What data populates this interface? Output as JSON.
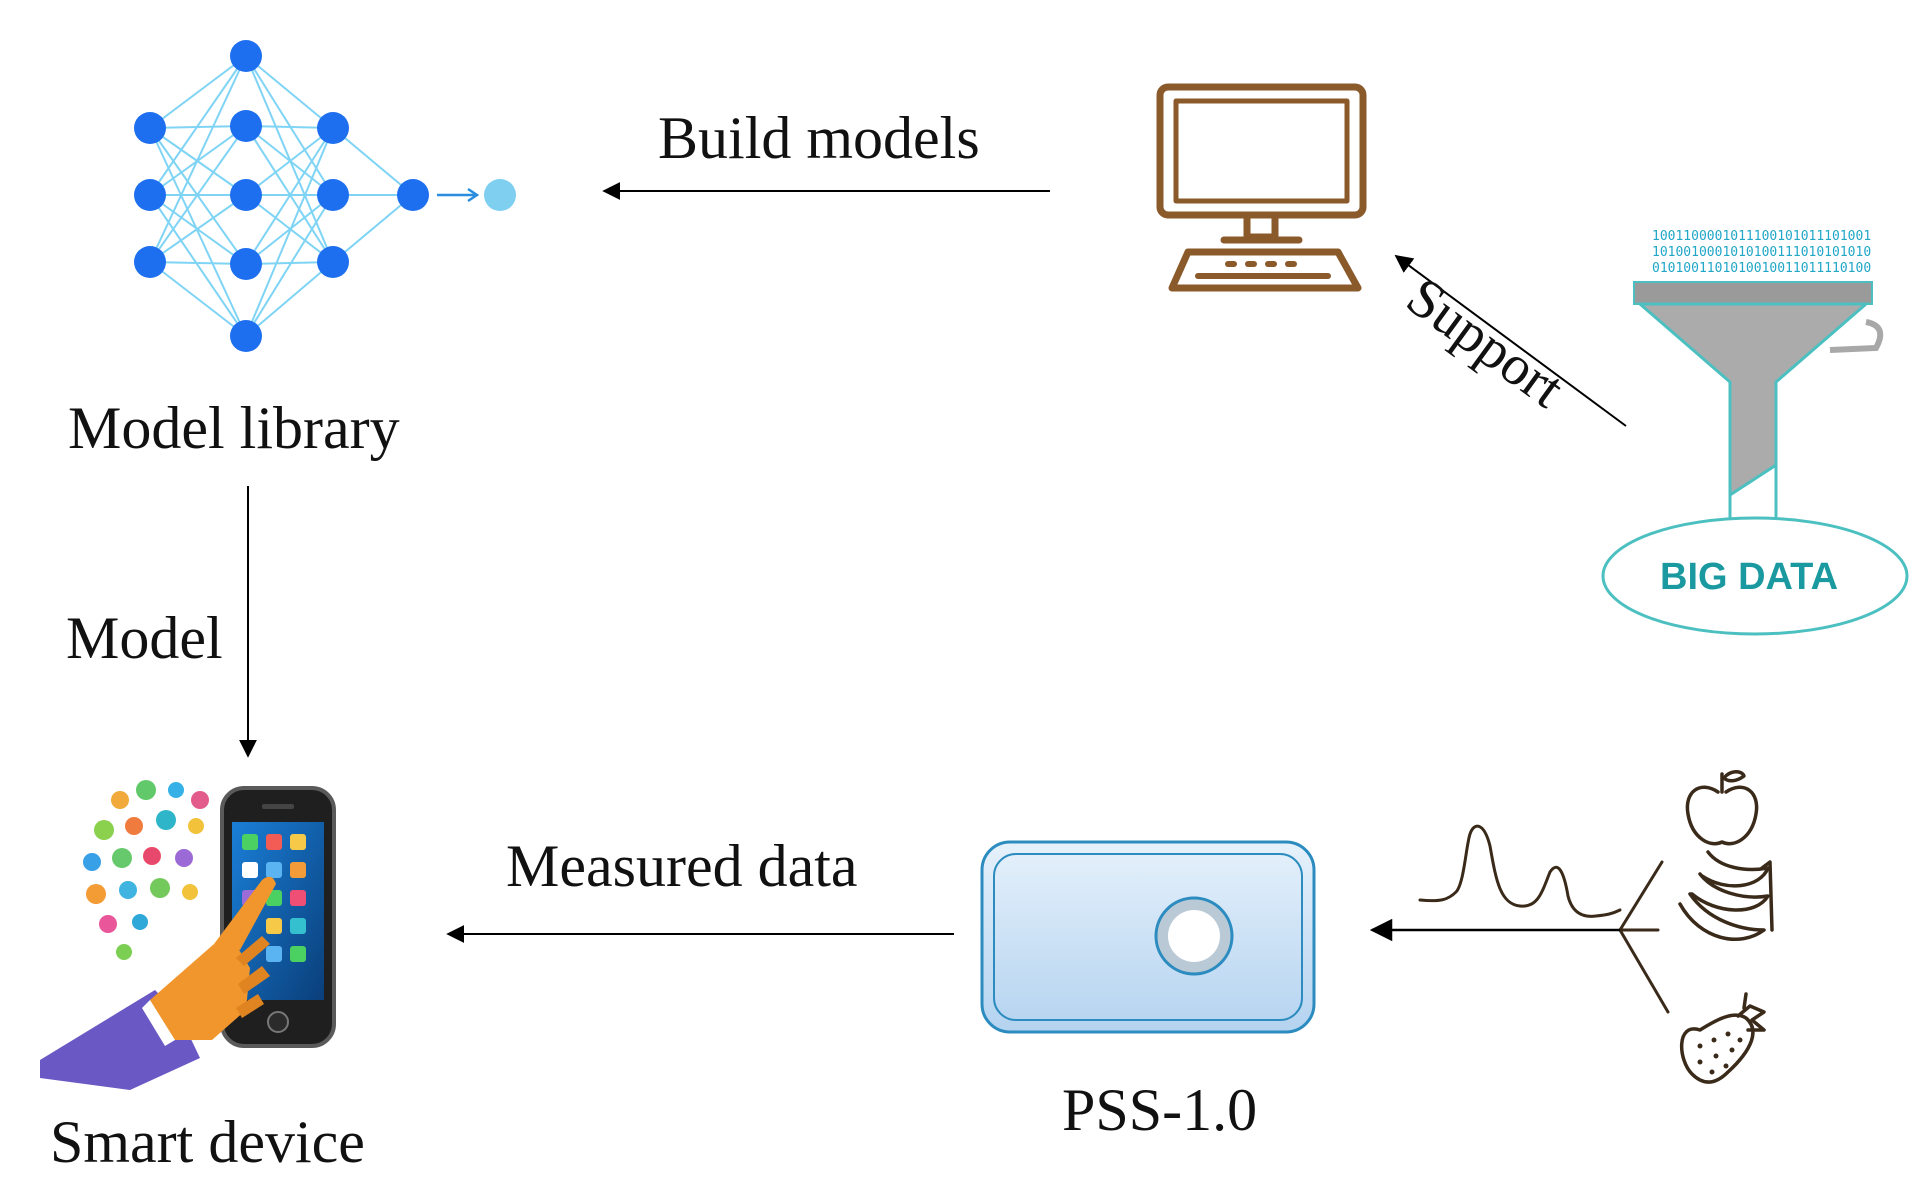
{
  "labels": {
    "build_models": "Build models",
    "model_library": "Model library",
    "model": "Model",
    "measured_data": "Measured data",
    "smart_device": "Smart device",
    "pss": "PSS-1.0",
    "support": "Support",
    "big_data": "BIG DATA",
    "binary_rows": [
      "1001100001011100101011101001",
      "1010010001010100111010101010",
      "0101001101010010011011110100"
    ]
  },
  "colors": {
    "network_node": "#1e6ff0",
    "network_edge": "#7fd4f5",
    "network_output": "#7ecff0",
    "computer": "#8a5a2b",
    "funnel": "#a8a8a8",
    "funnel_outline": "#4cc0c0",
    "big_data": "#1a9aa0",
    "device_fill": "#c6def5",
    "device_outline": "#2c8cc0",
    "arrow": "#000000",
    "fruit_line": "#3a2a1a"
  },
  "icons": [
    "neural-network-icon",
    "computer-icon",
    "funnel-icon",
    "smartphone-icon",
    "pss-device-icon",
    "spectrum-icon",
    "apple-icon",
    "banana-icon",
    "strawberry-icon"
  ]
}
